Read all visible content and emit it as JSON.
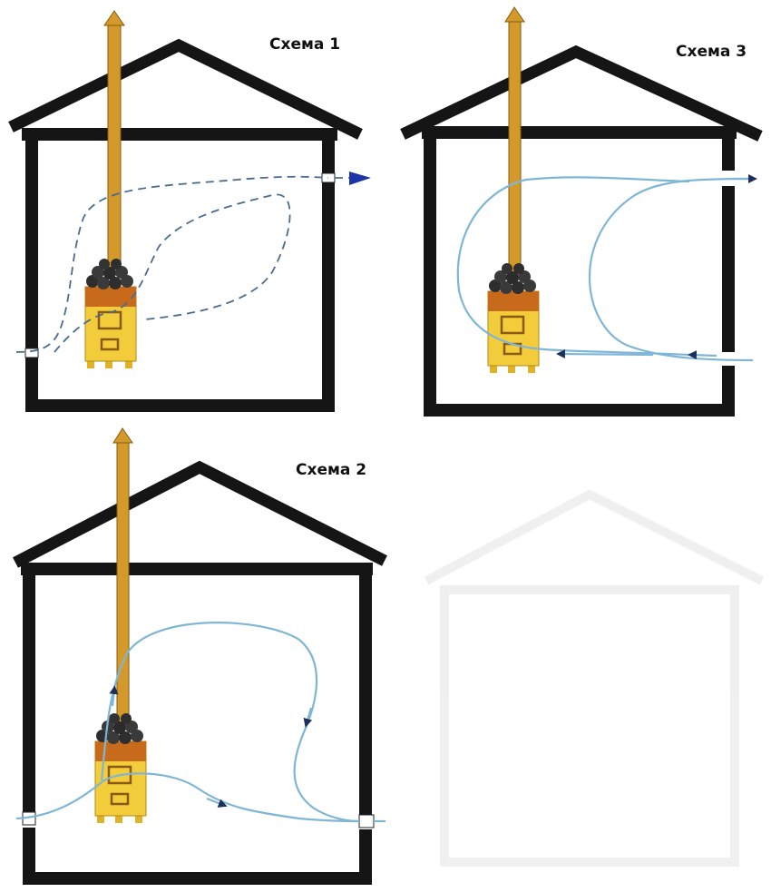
{
  "colors": {
    "wall": "#151515",
    "chimney": "#d39a2b",
    "chimney_edge": "#8a5a12",
    "heater_body": "#f2cc3a",
    "heater_top": "#c86a1c",
    "stones": "#2e2e2e",
    "airflow": "#7fb6d6",
    "airflow_dashed": "#4a6c90",
    "arrow_head": "#1d2f5c",
    "outlet_arrow": "#1c34a8",
    "vent": "#ffffff"
  },
  "schemes": [
    {
      "id": "scheme-1",
      "title": "Схема 1",
      "flow_style": "dashed",
      "icon": "sauna-heater-icon"
    },
    {
      "id": "scheme-3",
      "title": "Схема 3",
      "flow_style": "solid",
      "icon": "sauna-heater-icon"
    },
    {
      "id": "scheme-2",
      "title": "Схема 2",
      "flow_style": "solid",
      "icon": "sauna-heater-icon"
    }
  ]
}
